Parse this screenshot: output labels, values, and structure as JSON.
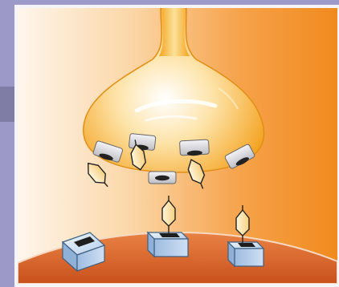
{
  "figure": {
    "caption": "",
    "elements": {
      "presynaptic_terminal": "presynaptic-terminal",
      "postsynaptic_membrane": "postsynaptic-membrane",
      "neurotransmitter": "neurotransmitter-molecule",
      "autoreceptor": "presynaptic-autoreceptor",
      "postsynaptic_receptor": "postsynaptic-receptor"
    },
    "colors": {
      "background_left": "#fde9d0",
      "background_right": "#f0861b",
      "terminal_fill": "#f9c867",
      "membrane_fill": "#e46f33",
      "receptor_fill": "#a9c7e4",
      "neurotransmitter_fill": "#fbe3a7",
      "frame_side": "#9c99c9"
    }
  }
}
